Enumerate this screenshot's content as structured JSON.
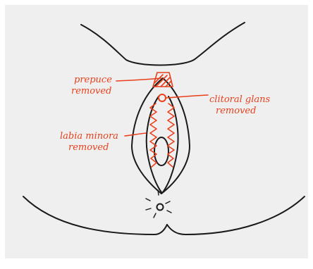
{
  "figure": {
    "background_color": "#efefef",
    "outline_color": "#1a1a1a",
    "annotation_color": "#e8401c",
    "labels": {
      "prepuce": [
        "prepuce",
        "removed"
      ],
      "clitoral_glans": [
        "clitoral glans",
        "removed"
      ],
      "labia_minora": [
        "labia minora",
        "removed"
      ]
    }
  }
}
